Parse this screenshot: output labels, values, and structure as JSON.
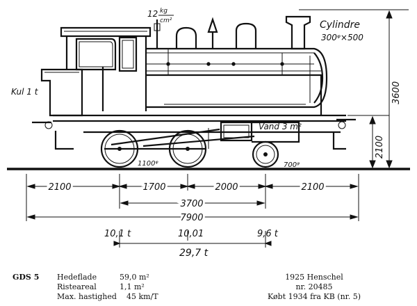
{
  "labels": {
    "pressure_value": "12",
    "pressure_unit_num": "kg",
    "pressure_unit_den": "cm²",
    "cylinder_title": "Cylindre",
    "cylinder_size": "300ᵠ×500",
    "coal": "Kul 1 t",
    "water": "Vand 3 m²",
    "drive_wheel": "1100ᵠ",
    "trailing_wheel": "700ᵠ"
  },
  "dimensions": {
    "height_total": "3600",
    "height_side": "2100",
    "seg1": "2100",
    "seg2": "1700",
    "seg3": "2000",
    "seg4": "2100",
    "wheelbase": "3700",
    "length_total": "7900"
  },
  "weights": {
    "axle1": "10,1 t",
    "axle2": "10,01",
    "axle3": "9,6 t",
    "total": "29,7 t"
  },
  "specs": {
    "designation": "GDS 5",
    "heating_label": "Hedeflade",
    "heating_value": "59,0 m²",
    "grate_label": "Risteareal",
    "grate_value": "1,1 m²",
    "speed_label": "Max. hastighed",
    "speed_value": "45 km/T",
    "builder": "1925 Henschel",
    "number": "nr. 20485",
    "acquired": "Købt 1934 fra KB (nr. 5)"
  }
}
